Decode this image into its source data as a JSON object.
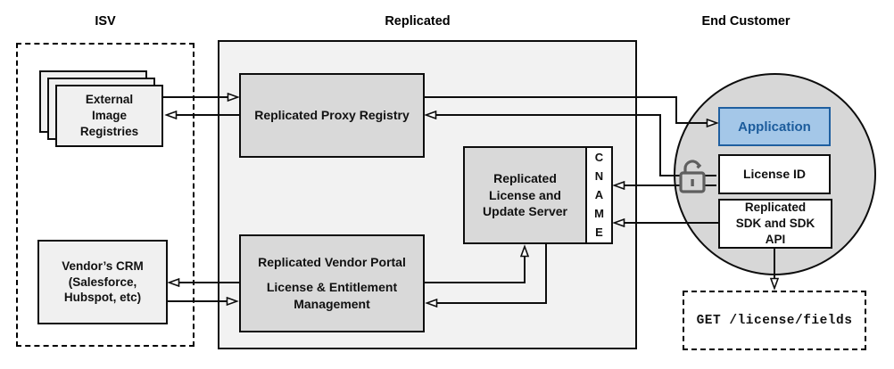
{
  "diagram": {
    "sections": {
      "isv": "ISV",
      "replicated": "Replicated",
      "end_customer": "End Customer"
    },
    "nodes": {
      "external_image_registries": "External Image Registries",
      "vendors_crm": "Vendor’s CRM (Salesforce, Hubspot, etc)",
      "proxy_registry": "Replicated Proxy Registry",
      "license_update_server": "Replicated License and Update Server",
      "cname": "CNAME",
      "vendor_portal_title": "Replicated Vendor Portal",
      "vendor_portal_subtitle": "License & Entitlement Management",
      "application": "Application",
      "license_id": "License ID",
      "replicated_sdk": "Replicated SDK and SDK API",
      "api_endpoint": "GET /license/fields"
    },
    "icons": {
      "unlock": "unlock-icon"
    },
    "colors": {
      "container_fill": "#f2f2f2",
      "node_fill": "#d9d9d9",
      "light_node_fill": "#f0f0f0",
      "circle_fill": "#d7d7d7",
      "application_fill": "#a4c7e8",
      "application_accent": "#1f5fa0",
      "line": "#0d0d0d"
    }
  }
}
